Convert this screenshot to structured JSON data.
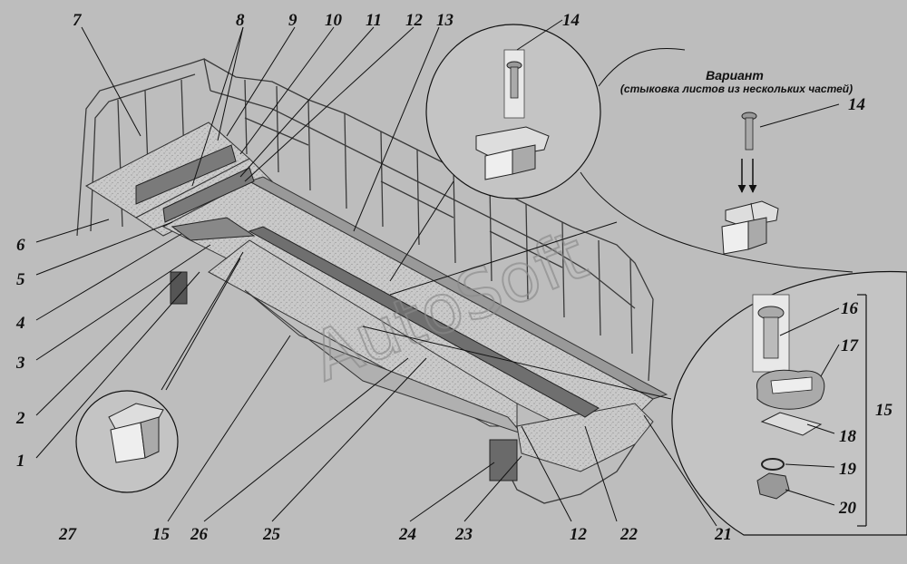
{
  "labels": {
    "l7": "7",
    "l8": "8",
    "l9": "9",
    "l10": "10",
    "l11": "11",
    "l12top": "12",
    "l13": "13",
    "l14a": "14",
    "l14b": "14",
    "l6": "6",
    "l5": "5",
    "l4": "4",
    "l3": "3",
    "l2": "2",
    "l1": "1",
    "l27": "27",
    "l15bottom": "15",
    "l26": "26",
    "l25": "25",
    "l24": "24",
    "l23": "23",
    "l12bottom": "12",
    "l22": "22",
    "l21": "21",
    "l16": "16",
    "l17": "17",
    "l18": "18",
    "l19": "19",
    "l20": "20",
    "l15right": "15"
  },
  "variant": {
    "title": "Вариант",
    "subtitle": "(стыковка листов из нескольких частей)"
  },
  "watermark": "AutoSoft"
}
